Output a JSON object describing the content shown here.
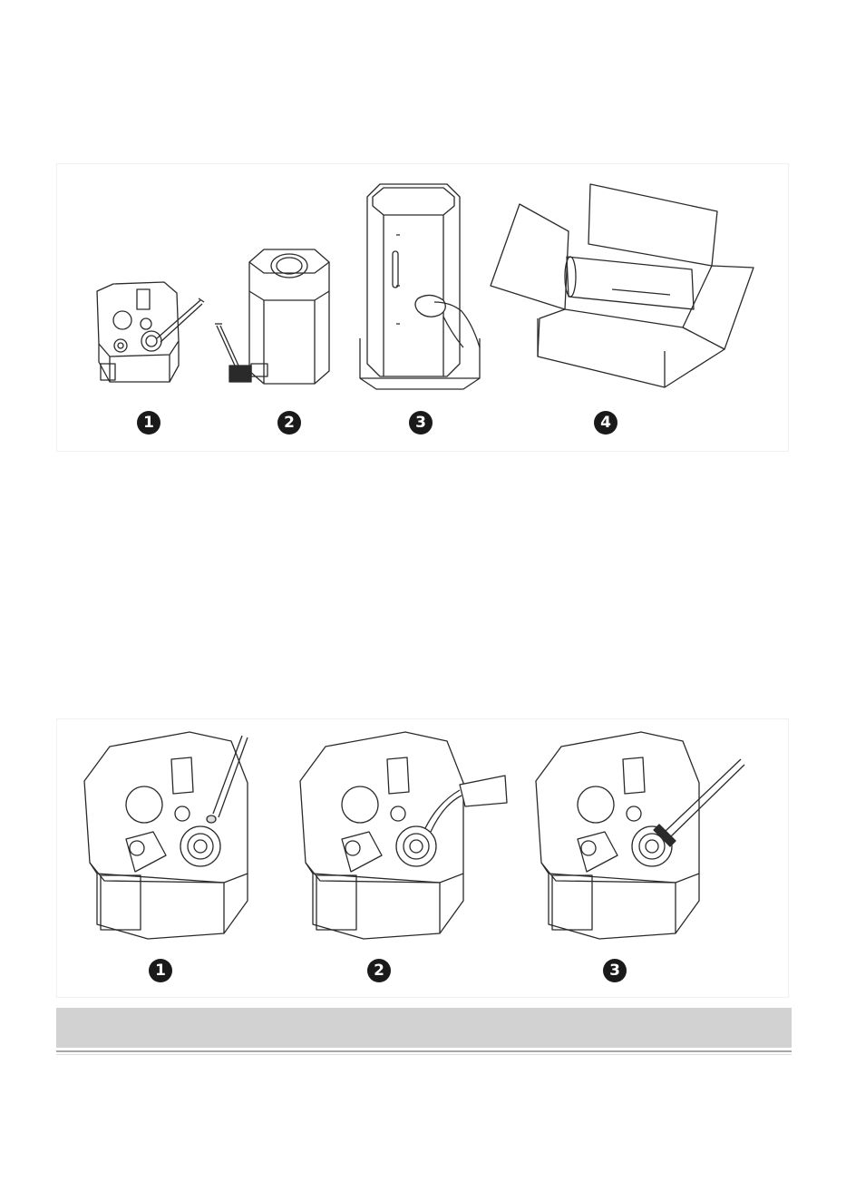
{
  "top_steps": [
    {
      "number": "1",
      "icon": "base-cleaning-brush-icon"
    },
    {
      "number": "2",
      "icon": "tank-filter-brush-icon"
    },
    {
      "number": "3",
      "icon": "wipe-tank-cloth-icon"
    },
    {
      "number": "4",
      "icon": "store-in-box-icon"
    }
  ],
  "bottom_steps": [
    {
      "number": "1",
      "icon": "apply-cleaner-icon"
    },
    {
      "number": "2",
      "icon": "rinse-water-icon"
    },
    {
      "number": "3",
      "icon": "scrub-transducer-icon"
    }
  ],
  "colors": {
    "line": "#2a2a2a",
    "badge": "#1a1a1a",
    "bar": "#d2d2d2"
  }
}
